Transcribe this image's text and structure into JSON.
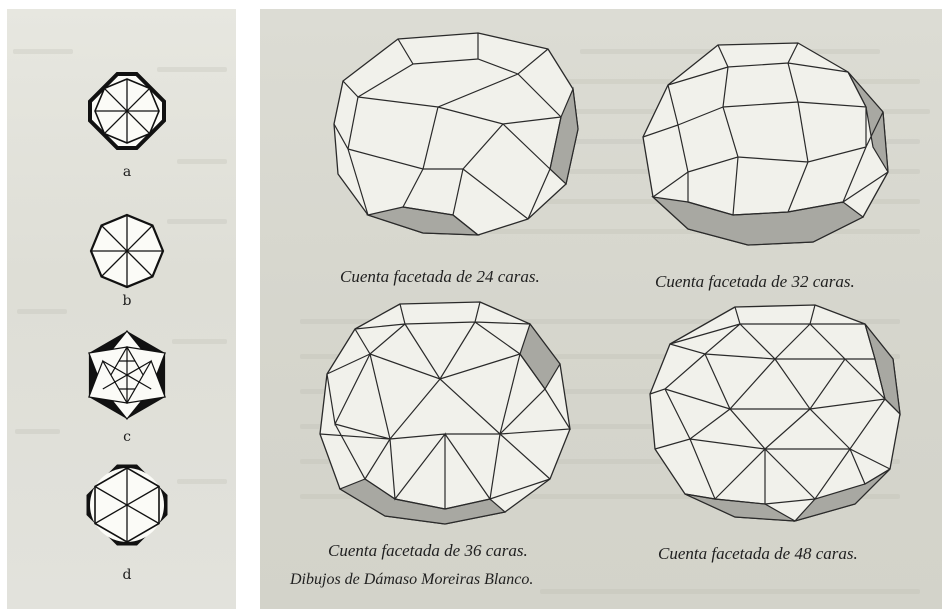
{
  "left_figures": [
    {
      "label": "a"
    },
    {
      "label": "b"
    },
    {
      "label": "c"
    },
    {
      "label": "d"
    }
  ],
  "bead_figures": [
    {
      "caption": "Cuenta facetada de 24 caras."
    },
    {
      "caption": "Cuenta facetada de 32 caras."
    },
    {
      "caption": "Cuenta facetada de 36 caras."
    },
    {
      "caption": "Cuenta facetada de 48 caras."
    }
  ],
  "credit": "Dibujos de Dámaso Moreiras Blanco."
}
